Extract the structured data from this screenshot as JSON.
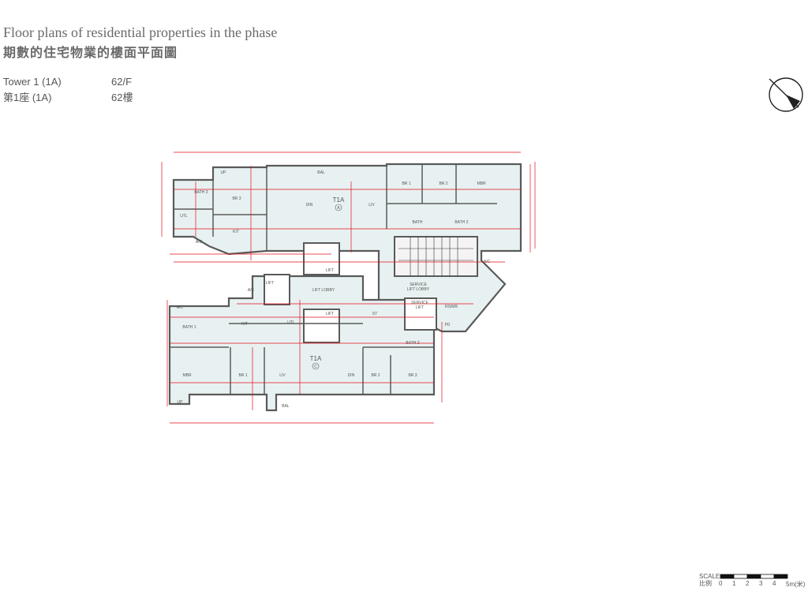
{
  "header": {
    "title_en": "Floor plans of residential properties in the phase",
    "title_zh": "期數的住宅物業的樓面平面圖"
  },
  "info": {
    "tower_en": "Tower 1 (1A)",
    "tower_zh": "第1座 (1A)",
    "floor_en": "62/F",
    "floor_zh": "62樓"
  },
  "plan": {
    "units": [
      {
        "name": "T1A",
        "mark": "A"
      },
      {
        "name": "T1A",
        "mark": "C"
      }
    ],
    "rooms": [
      "UP",
      "BAL",
      "BR 1",
      "BR 2",
      "MBR",
      "BATH 3",
      "BR 3",
      "DIN",
      "LIV",
      "UTL",
      "KIT",
      "BATH",
      "BATH 2",
      "A/C",
      "LIFT",
      "A/C",
      "A/C",
      "LIFT",
      "LIFT LOBBY",
      "SERVICE",
      "LIFT LOBBY",
      "A/C",
      "SERVICE",
      "LIFT",
      "BATH 1",
      "KIT",
      "LIFT",
      "UTL",
      "ST",
      "RS/MR",
      "PD",
      "BATH 2",
      "MBR",
      "BR 1",
      "LIV",
      "DIN",
      "BR 2",
      "BR 3",
      "UP",
      "BAL"
    ]
  },
  "scale": {
    "label_en": "SCALE",
    "label_zh": "比例",
    "ticks": [
      "0",
      "1",
      "2",
      "3",
      "4",
      "5m(米)"
    ]
  },
  "colors": {
    "dimension": "#e3101e",
    "floor": "#e8f1f1",
    "wall": "#5a5a5a"
  }
}
